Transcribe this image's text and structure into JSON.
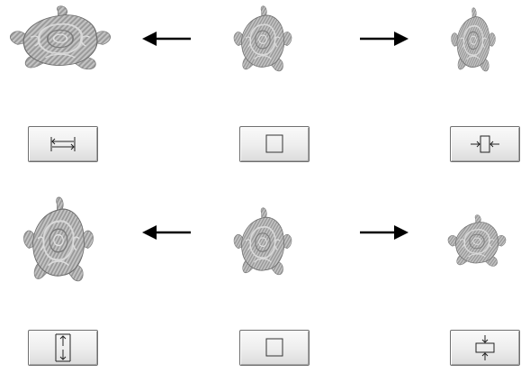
{
  "panel": {
    "description_free": true,
    "rows": [
      {
        "id": "width",
        "images": [
          "embroidery-rose-wider",
          "embroidery-rose-original",
          "embroidery-rose-narrower"
        ],
        "arrows": [
          "arrow-left-icon",
          "arrow-right-icon"
        ],
        "buttons": [
          {
            "name": "stretch-horizontal-button",
            "icon": "horizontal-stretch-icon"
          },
          {
            "name": "reset-size-button",
            "icon": "square-icon"
          },
          {
            "name": "shrink-horizontal-button",
            "icon": "horizontal-compress-icon"
          }
        ]
      },
      {
        "id": "height",
        "images": [
          "embroidery-rose-taller",
          "embroidery-rose-original",
          "embroidery-rose-shorter"
        ],
        "arrows": [
          "arrow-left-icon",
          "arrow-right-icon"
        ],
        "buttons": [
          {
            "name": "stretch-vertical-button",
            "icon": "vertical-stretch-icon"
          },
          {
            "name": "reset-size-button",
            "icon": "square-icon"
          },
          {
            "name": "shrink-vertical-button",
            "icon": "vertical-compress-icon"
          }
        ]
      }
    ]
  },
  "colors": {
    "rose_fill": "#9a9a9a",
    "rose_stitch": "#d8d8d8",
    "rose_dark": "#6a6a6a",
    "button_border": "#6e6e6e",
    "arrow": "#000000"
  }
}
